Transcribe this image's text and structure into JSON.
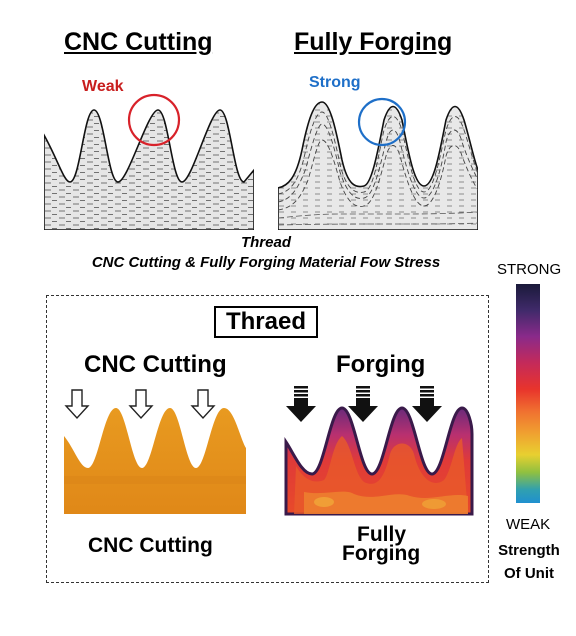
{
  "top": {
    "left_title": "CNC Cutting",
    "right_title": "Fully Forging",
    "weak_label": "Weak",
    "strong_label": "Strong",
    "caption_line1": "Thread",
    "caption_line2": "CNC Cutting & Fully Forging Material Fow Stress",
    "weak_color": "#c81e1e",
    "strong_color": "#1e6fc8"
  },
  "bottom": {
    "box_title": "Thraed",
    "left_heading": "CNC Cutting",
    "right_heading": "Forging",
    "left_caption": "CNC Cutting",
    "right_caption_line1": "Fully",
    "right_caption_line2": "Forging"
  },
  "legend": {
    "top_label": "STRONG",
    "bottom_label": "WEAK",
    "unit_line1": "Strength",
    "unit_line2": "Of Unit"
  }
}
